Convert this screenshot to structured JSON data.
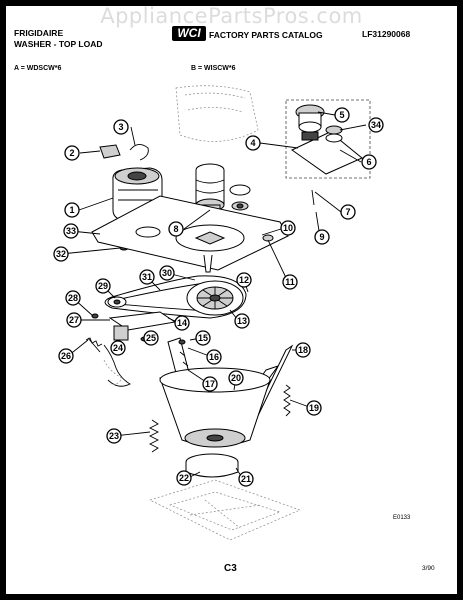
{
  "watermark": "AppliancePartsPros.com",
  "header": {
    "brand": "FRIGIDAIRE",
    "product": "WASHER - TOP LOAD",
    "logo_text": "WCI",
    "catalog_title": "FACTORY PARTS CATALOG",
    "catalog_number": "LF31290068"
  },
  "models": {
    "a": "A = WDSCW*6",
    "b": "B = WISCW*6"
  },
  "callouts": [
    "1",
    "2",
    "3",
    "4",
    "5",
    "6",
    "7",
    "8",
    "9",
    "10",
    "11",
    "12",
    "13",
    "14",
    "15",
    "16",
    "17",
    "18",
    "19",
    "20",
    "21",
    "22",
    "23",
    "24",
    "25",
    "26",
    "27",
    "28",
    "29",
    "30",
    "31",
    "32",
    "33",
    "34"
  ],
  "footer": {
    "figure_code": "E0133",
    "page": "C3",
    "date": "3/90"
  },
  "icons": {
    "logo": "wci-logo-icon"
  }
}
